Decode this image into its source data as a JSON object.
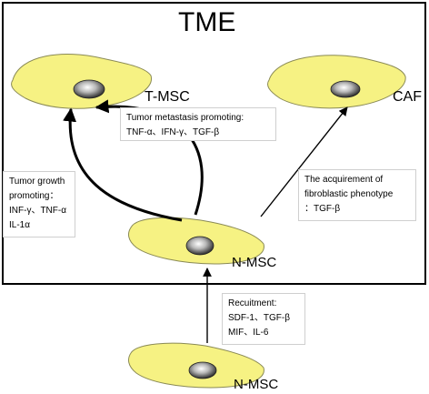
{
  "title": "TME",
  "cells": {
    "t_msc": "T-MSC",
    "caf": "CAF",
    "n_msc_center": "N-MSC",
    "n_msc_bottom": "N-MSC"
  },
  "annotations": {
    "metastasis": [
      "Tumor metastasis promoting:",
      "TNF-α、IFN-γ、TGF-β"
    ],
    "growth": [
      "Tumor growth",
      "promoting：",
      "INF-γ、TNF-α",
      "IL-1α"
    ],
    "fibroblastic": [
      "The acquirement of",
      "fibroblastic phenotype",
      "：TGF-β"
    ],
    "recruitment": [
      "Recuitment:",
      "SDF-1、TGF-β",
      "MIF、IL-6"
    ]
  },
  "colors": {
    "cell_fill": "#f6f283",
    "cell_stroke": "#8a8a55",
    "box_border": "#cfcfcf",
    "line": "#000000"
  }
}
